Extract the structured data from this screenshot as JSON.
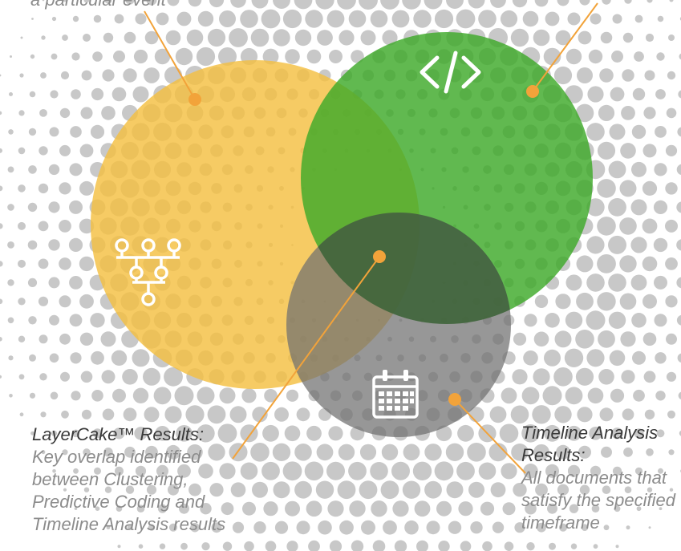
{
  "labels": {
    "top_left_fragment": "a particular event",
    "layercake": {
      "title": "LayerCake™ Results:",
      "lines": [
        "Key overlap identified",
        "between Clustering,",
        "Predictive Coding and",
        "Timeline Analysis results"
      ]
    },
    "timeline": {
      "title_lines": [
        "Timeline Analysis",
        "Results:"
      ],
      "lines": [
        "All documents that",
        "satisfy the specified",
        "timeframe"
      ]
    }
  },
  "colors": {
    "clustering": "#f4c042",
    "predictive": "#3eaa2a",
    "timeline": "#7b7b7b",
    "halftone": "#c8c8c8",
    "leader": "#f2a33a",
    "icon": "#ffffff"
  },
  "icons": {
    "clustering": "hierarchy-tree-icon",
    "predictive": "code-brackets-icon",
    "timeline": "calendar-icon"
  }
}
